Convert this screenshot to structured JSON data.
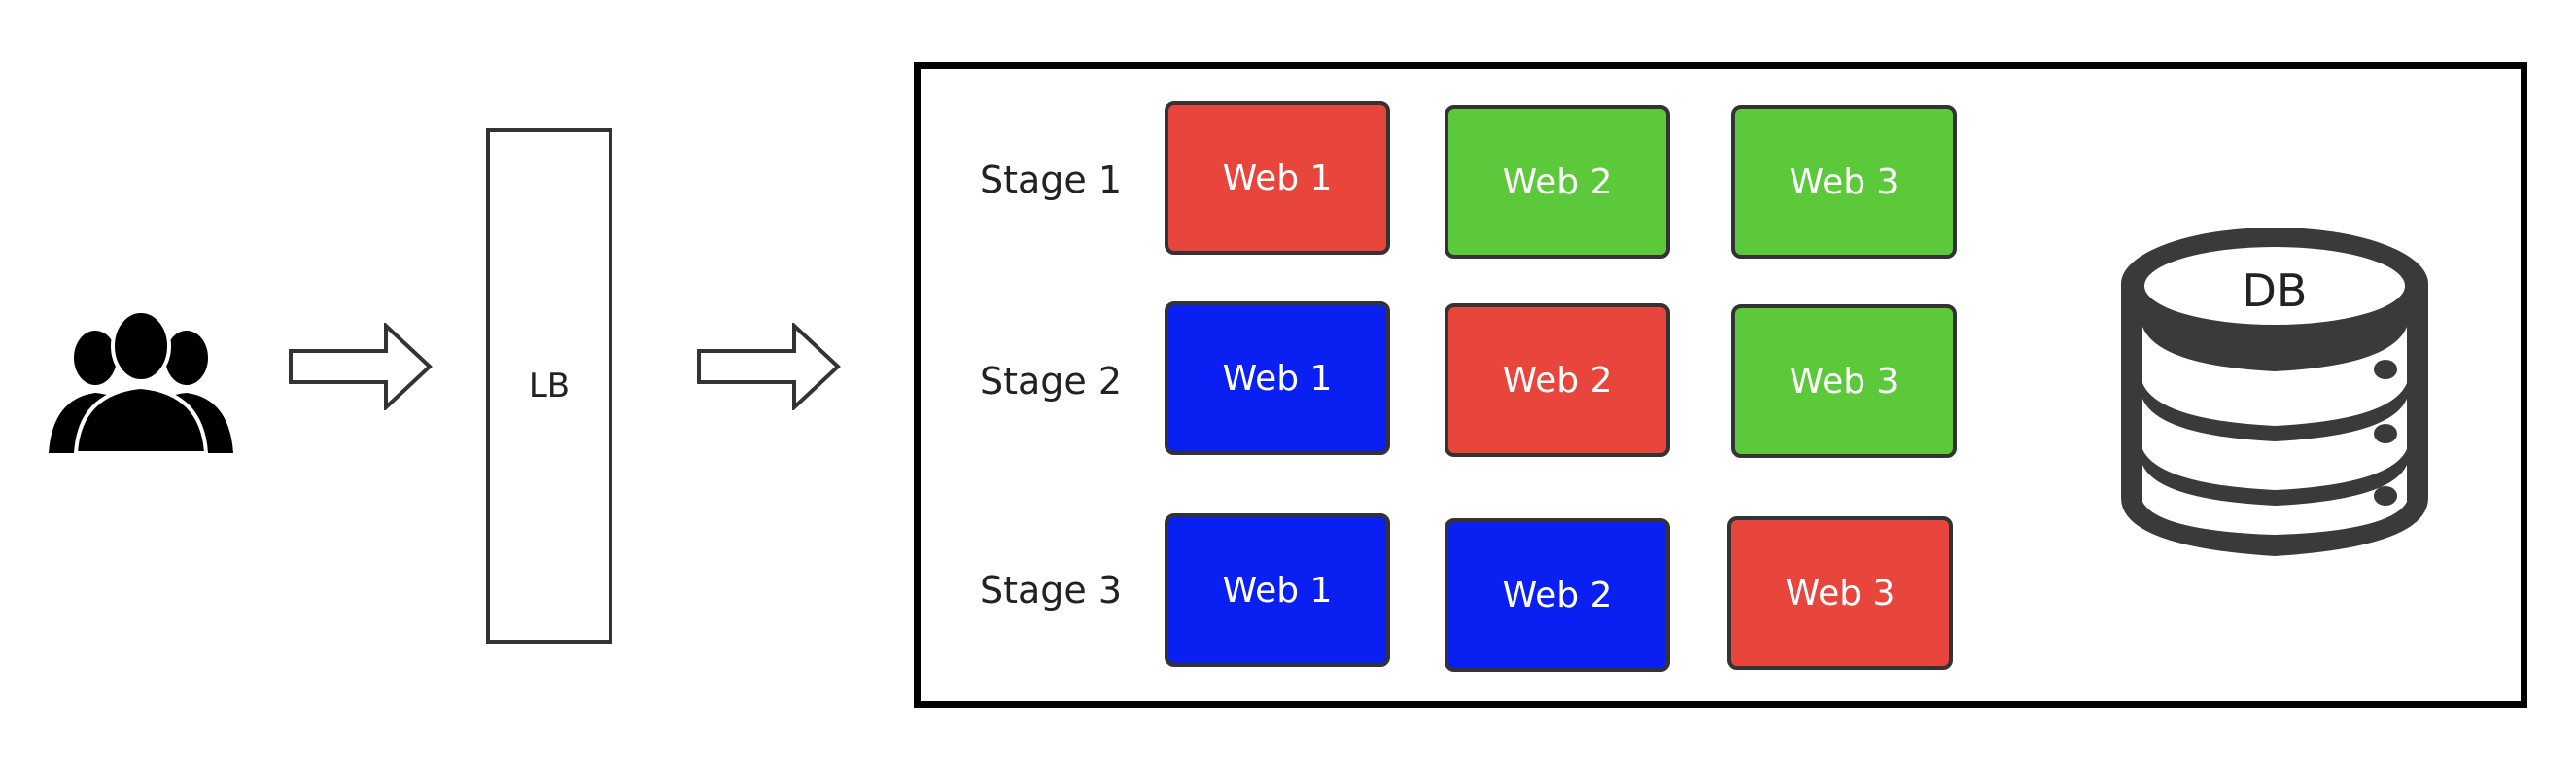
{
  "load_balancer": {
    "label": "LB"
  },
  "stages": [
    {
      "label": "Stage 1",
      "webs": [
        {
          "label": "Web 1",
          "color": "#e8453c"
        },
        {
          "label": "Web 2",
          "color": "#5bc93a"
        },
        {
          "label": "Web 3",
          "color": "#5bc93a"
        }
      ]
    },
    {
      "label": "Stage 2",
      "webs": [
        {
          "label": "Web 1",
          "color": "#0a1ff2"
        },
        {
          "label": "Web 2",
          "color": "#e8453c"
        },
        {
          "label": "Web 3",
          "color": "#5bc93a"
        }
      ]
    },
    {
      "label": "Stage 3",
      "webs": [
        {
          "label": "Web 1",
          "color": "#0a1ff2"
        },
        {
          "label": "Web 2",
          "color": "#0a1ff2"
        },
        {
          "label": "Web 3",
          "color": "#e8453c"
        }
      ]
    }
  ],
  "database": {
    "label": "DB"
  },
  "icons": {
    "users": "users-icon",
    "arrow": "right-arrow-icon",
    "database": "database-icon"
  }
}
